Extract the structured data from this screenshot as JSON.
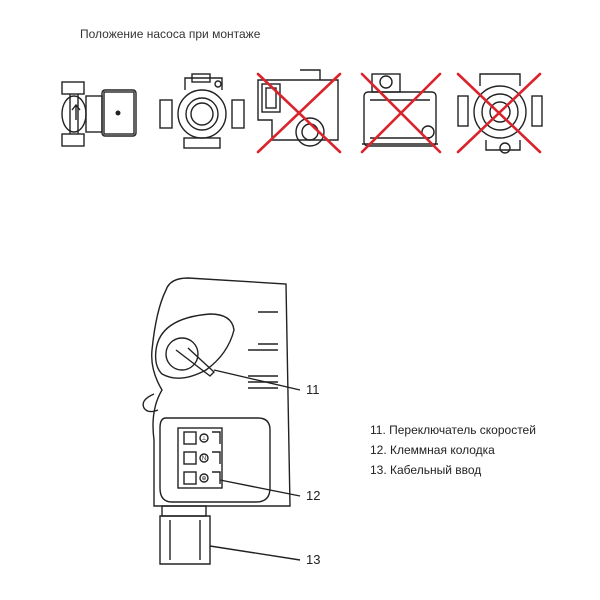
{
  "heading": "Положение насоса при монтаже",
  "mounting_positions": [
    {
      "name": "pump-horizontal-side",
      "allowed": true
    },
    {
      "name": "pump-front-terminal-up",
      "allowed": true
    },
    {
      "name": "pump-terminal-down",
      "allowed": false
    },
    {
      "name": "pump-motor-up",
      "allowed": false
    },
    {
      "name": "pump-shaft-vertical",
      "allowed": false
    }
  ],
  "colors": {
    "line": "#222222",
    "cross": "#d9232d"
  },
  "callouts": {
    "c11": "11",
    "c12": "12",
    "c13": "13"
  },
  "legend": [
    "11. Переключатель скоростей",
    "12. Клеммная колодка",
    "13. Кабельный ввод"
  ],
  "terminal_symbols": [
    "⊥",
    "N",
    "⊕"
  ]
}
